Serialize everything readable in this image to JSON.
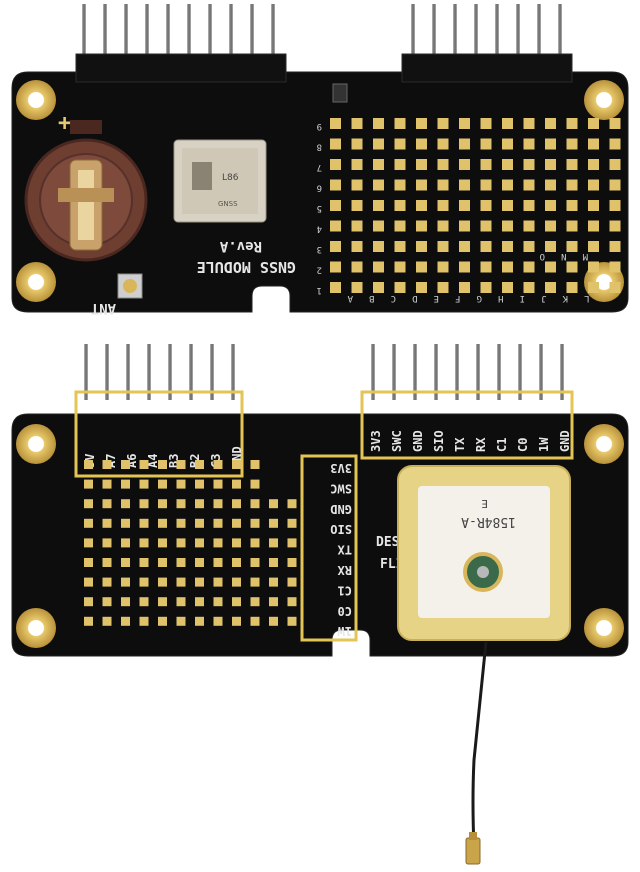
{
  "colors": {
    "pcb": "#0d0d0d",
    "pcb_edge": "#1a1a1a",
    "gold": "#d9b65a",
    "gold_light": "#f1d98c",
    "silk": "#e6e6e6",
    "battery": "#7a4638",
    "patch_yellow": "#e8d58a",
    "patch_white": "#f3f1ea"
  },
  "top_board": {
    "module_label": "GNSS MODULE",
    "rev_label": "Rev.A",
    "ant_label": "ANT",
    "plus_label": "+",
    "column_letters": [
      "A",
      "B",
      "C",
      "D",
      "E",
      "F",
      "G",
      "H",
      "I",
      "J",
      "K",
      "L"
    ],
    "row_numbers": [
      "1",
      "2",
      "3",
      "4",
      "5",
      "6",
      "7",
      "8",
      "9"
    ],
    "right_letters": [
      "M",
      "N",
      "O"
    ],
    "chip_text": [
      "L86",
      "GNSS"
    ]
  },
  "bottom_board": {
    "header_left_labels": [
      "5V",
      "A7",
      "A6",
      "A4",
      "B3",
      "B2",
      "C3",
      "GND"
    ],
    "header_right_labels": [
      "3V3",
      "SWC",
      "GND",
      "SIO",
      "TX",
      "RX",
      "C1",
      "C0",
      "1W",
      "GND"
    ],
    "side_labels": [
      "3V3",
      "SWC",
      "GND",
      "SIO",
      "TX",
      "RX",
      "C1",
      "C0",
      "1W"
    ],
    "antenna_text": "1584R-A",
    "antenna_subtext": "E",
    "edge_text": "DES",
    "edge_text2": "FLI"
  }
}
